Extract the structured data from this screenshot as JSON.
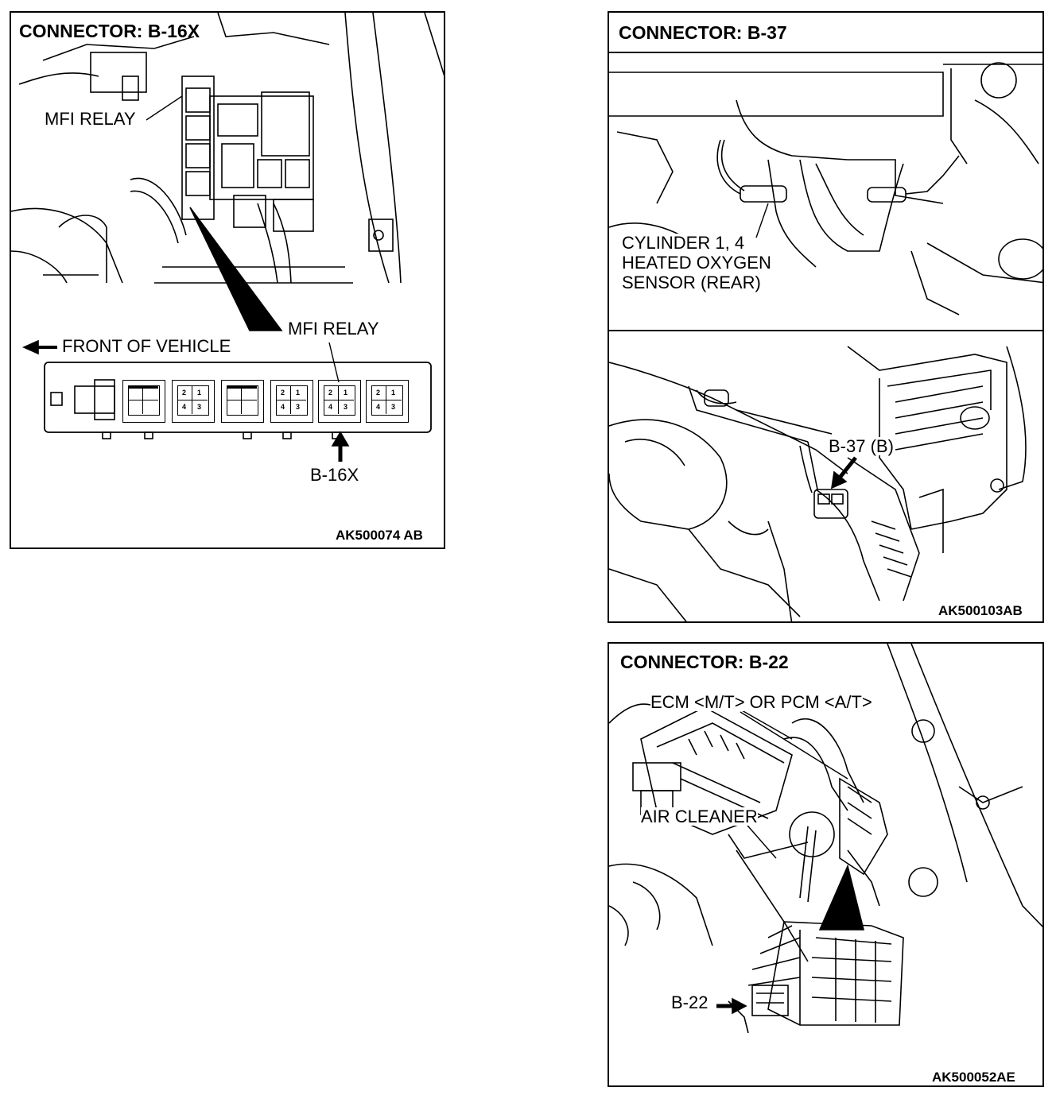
{
  "panels": {
    "b16x": {
      "title": "CONNECTOR: B-16X",
      "callout_mfi_relay_top": "MFI RELAY",
      "callout_mfi_relay_bottom": "MFI RELAY",
      "front_of_vehicle": "FRONT OF VEHICLE",
      "connector_label": "B-16X",
      "figure_code": "AK500074 AB",
      "relay_pins": [
        "2",
        "1",
        "4",
        "3"
      ]
    },
    "b37": {
      "title": "CONNECTOR: B-37",
      "sensor_label_line1": "CYLINDER 1, 4",
      "sensor_label_line2": "HEATED OXYGEN",
      "sensor_label_line3": "SENSOR (REAR)",
      "connector_label": "B-37 (B)",
      "figure_code": "AK500103AB"
    },
    "b22": {
      "title": "CONNECTOR: B-22",
      "ecm_label": "ECM <M/T> OR PCM <A/T>",
      "air_cleaner_label": "AIR CLEANER",
      "connector_label": "B-22",
      "figure_code": "AK500052AE"
    }
  },
  "colors": {
    "line": "#000000",
    "background": "#ffffff"
  }
}
